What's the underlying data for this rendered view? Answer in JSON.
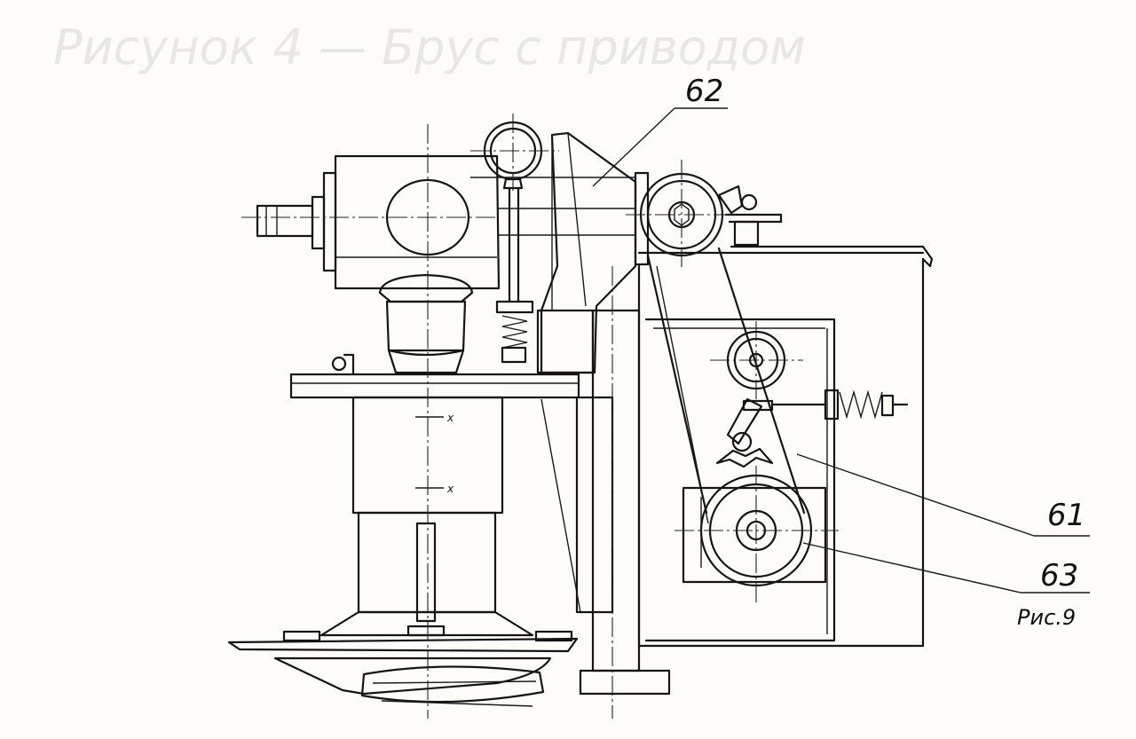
{
  "figure": {
    "faint_heading": "Рисунок 4 — Брус с приводом",
    "figure_label": "Рис.9"
  },
  "callouts": [
    {
      "id": "62",
      "text": "62"
    },
    {
      "id": "61",
      "text": "61"
    },
    {
      "id": "63",
      "text": "63"
    }
  ]
}
